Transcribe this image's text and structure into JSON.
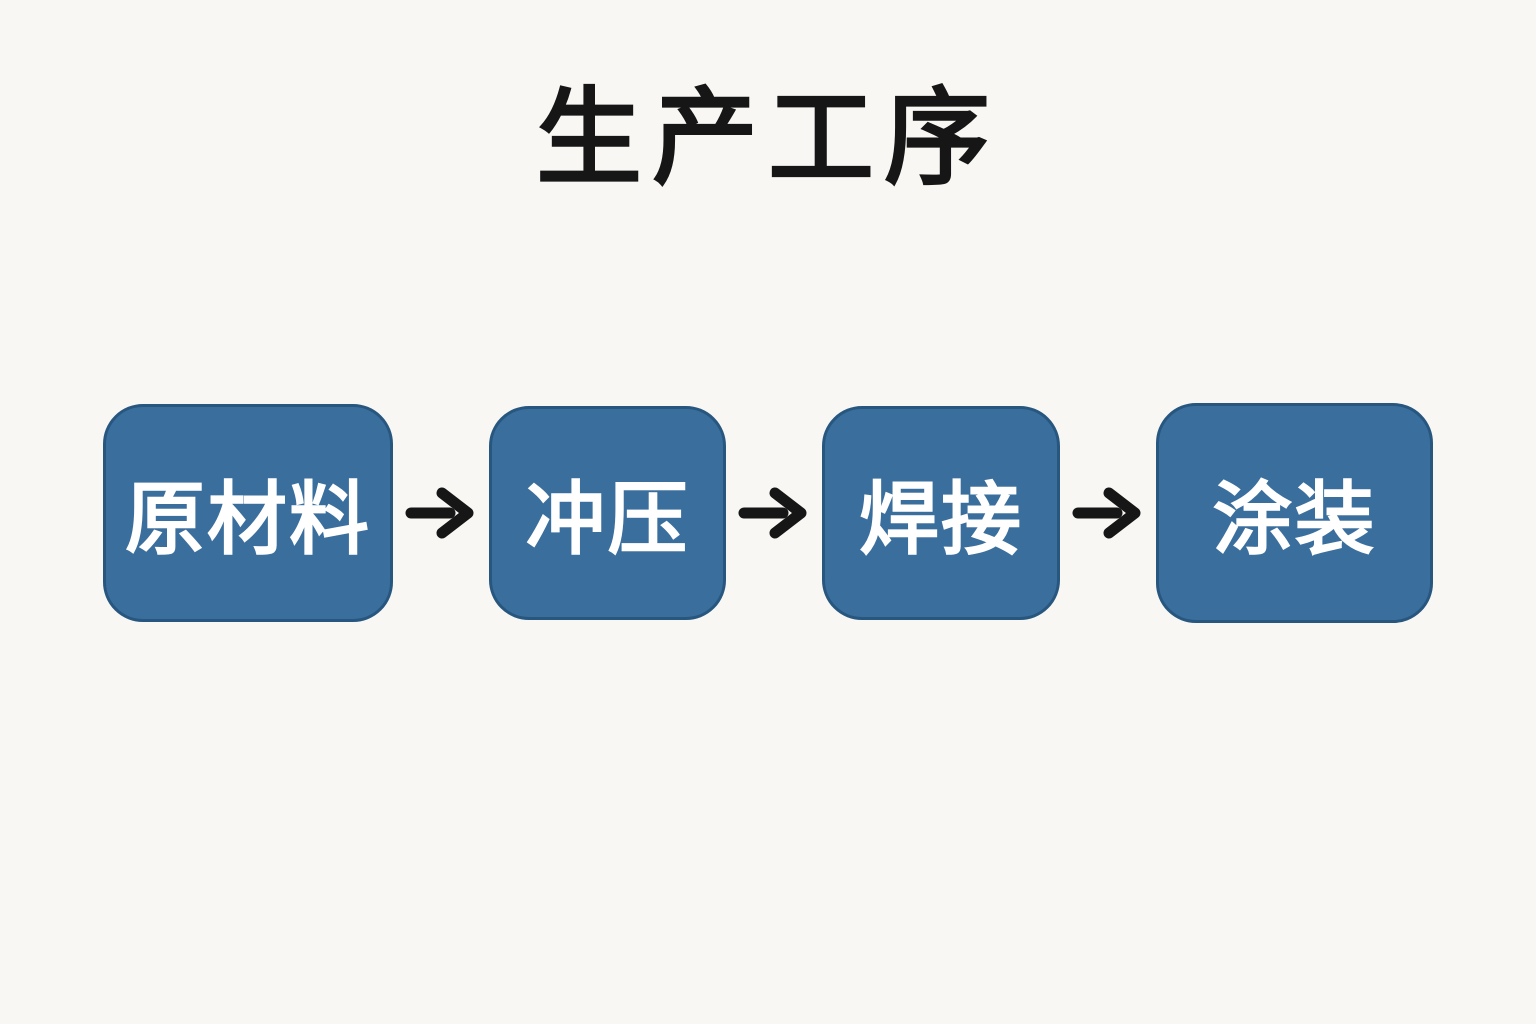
{
  "title": "生产工序",
  "flow": {
    "steps": [
      {
        "label": "原材料"
      },
      {
        "label": "冲压"
      },
      {
        "label": "焊接"
      },
      {
        "label": "涂装"
      }
    ]
  },
  "icons": {
    "arrow": "right-arrow"
  },
  "colors": {
    "background": "#F8F7F4",
    "box_fill": "#3A6E9D",
    "box_border": "#27567F",
    "box_text": "#FFFFFF",
    "title_text": "#161616",
    "arrow": "#161616"
  }
}
